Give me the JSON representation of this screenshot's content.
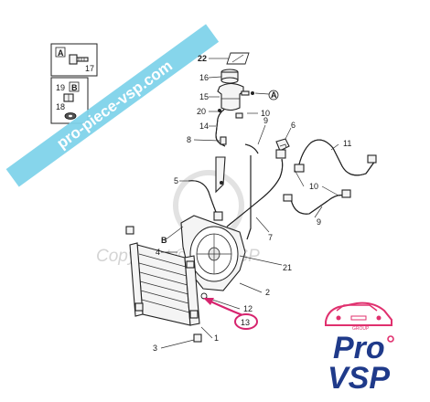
{
  "banner": {
    "text": "pro-piece-vsp.com",
    "color": "#7fd3ea"
  },
  "watermark": {
    "text": "Copyright © Pro VSP"
  },
  "inset_a": {
    "letter": "A",
    "part": "17"
  },
  "inset_b": {
    "letter": "B",
    "parts": [
      "19",
      "18"
    ]
  },
  "callouts": {
    "c22": "22",
    "c16": "16",
    "c15": "15",
    "cA": "A",
    "c20": "20",
    "c10a": "10",
    "c14": "14",
    "c8": "8",
    "c9a": "9",
    "c6": "6",
    "c11": "11",
    "c5": "5",
    "c10b": "10",
    "c9b": "9",
    "c7": "7",
    "cB": "B",
    "c4": "4",
    "c21": "21",
    "c2": "2",
    "c12": "12",
    "c13": "13",
    "c1": "1",
    "c3": "3"
  },
  "highlight": {
    "part": "13",
    "color": "#d6246e"
  },
  "logo": {
    "line1": "Pro",
    "line2": "VSP",
    "group": "GROUP",
    "accent": "#e0306e",
    "brand": "#1f3a8a"
  }
}
